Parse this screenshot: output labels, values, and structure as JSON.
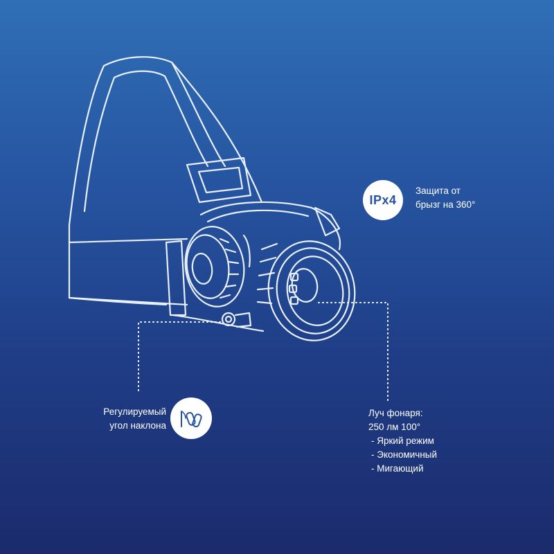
{
  "features": {
    "splash": {
      "badge_text": "IPx4",
      "line1": "Защита от",
      "line2": "брызг на 360°"
    },
    "tilt": {
      "badge_icon": "tilt-angle-icon",
      "line1": "Регулируемый",
      "line2": "угол наклона"
    },
    "beam": {
      "line1": "Луч фонаря:",
      "line2": "250 лм 100°",
      "modes": [
        "- Яркий режим",
        "- Экономичный",
        "- Мигающий"
      ]
    }
  },
  "colors": {
    "background_top": "#2f6fb5",
    "background_bottom": "#1b2b6c",
    "line": "#e8f0fb",
    "badge": "#ffffff",
    "badge_text": "#26539f"
  }
}
